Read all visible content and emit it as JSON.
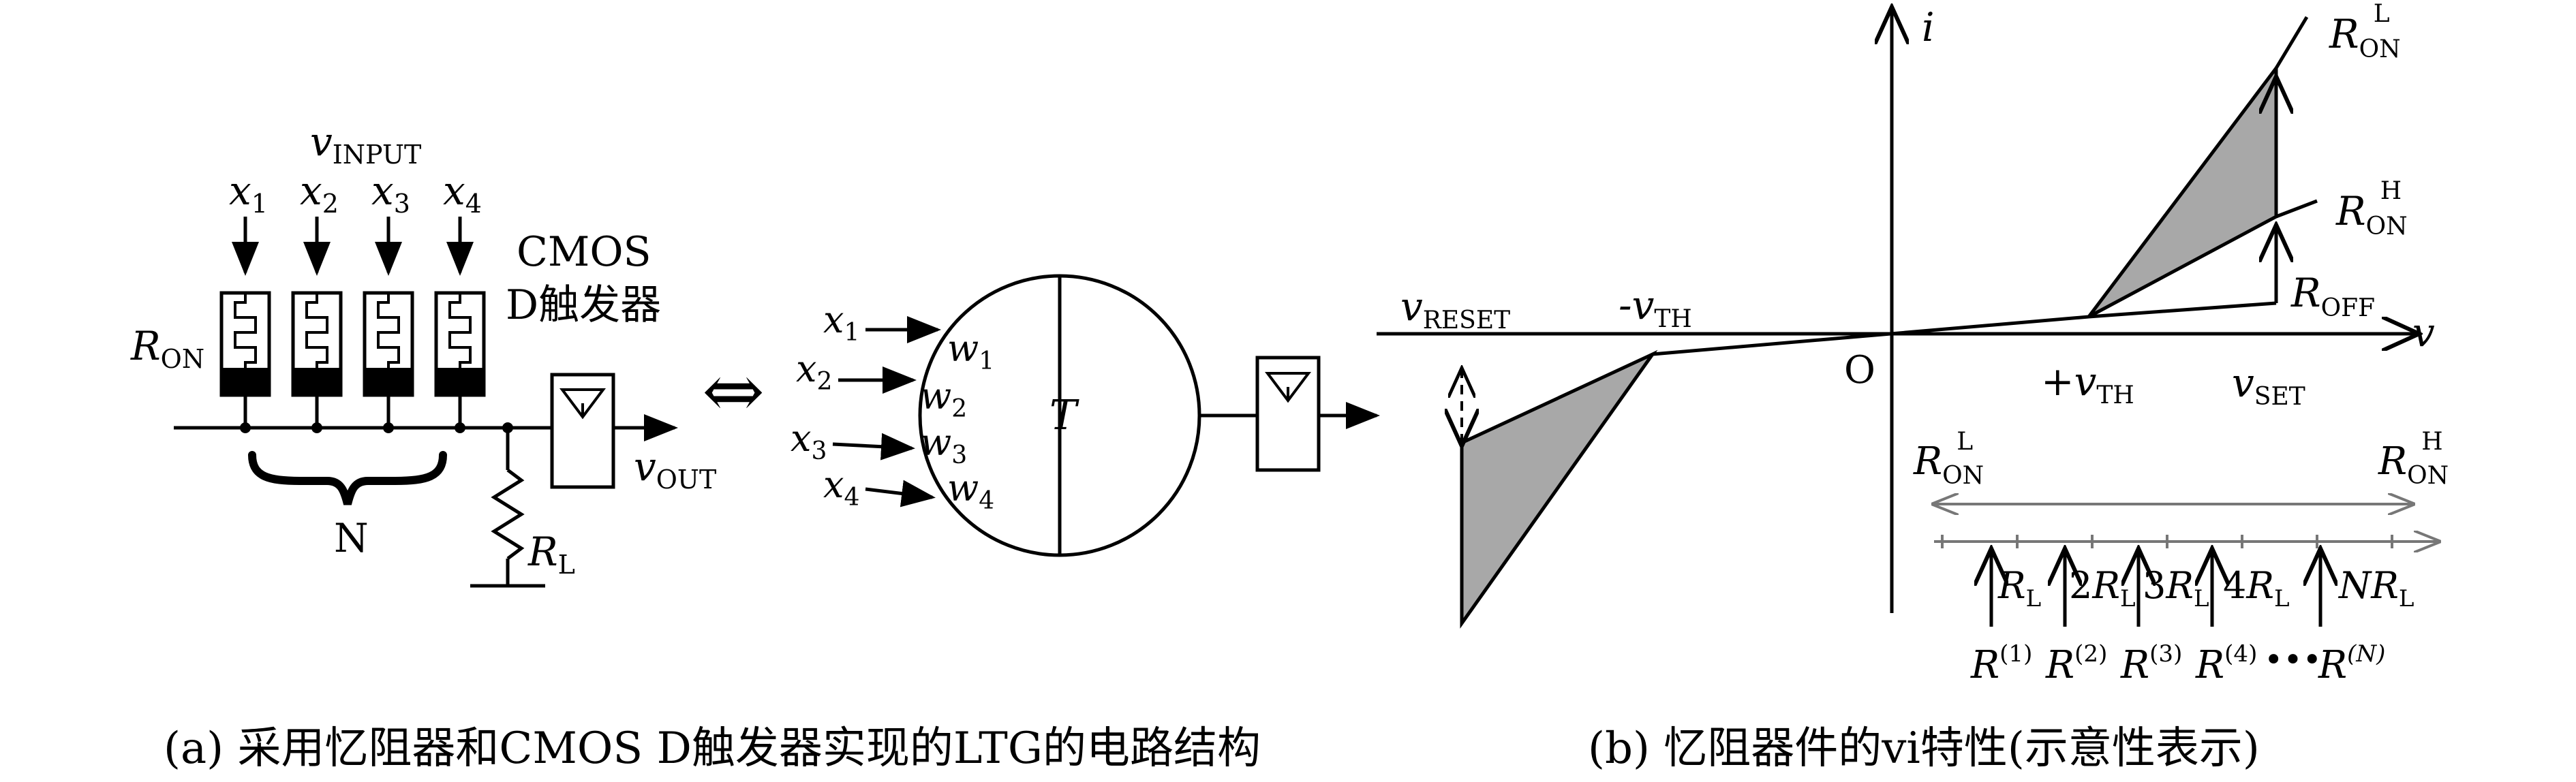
{
  "panel_a": {
    "caption": "(a) 采用忆阻器和CMOS D触发器实现的LTG的电路结构",
    "v_input": "v",
    "v_input_sub": "INPUT",
    "inputs": [
      {
        "name": "x",
        "sub": "1"
      },
      {
        "name": "x",
        "sub": "2"
      },
      {
        "name": "x",
        "sub": "3"
      },
      {
        "name": "x",
        "sub": "4"
      }
    ],
    "ron": "R",
    "ron_sub": "ON",
    "cmos_line1": "CMOS",
    "cmos_line2": "D触发器",
    "n_label": "N",
    "v_out": "v",
    "v_out_sub": "OUT",
    "r_load": "R",
    "r_load_sub": "L",
    "equiv_symbol": "⇔",
    "neuron_inputs": [
      {
        "x": "x",
        "x_sub": "1",
        "w": "w",
        "w_sub": "1"
      },
      {
        "x": "x",
        "x_sub": "2",
        "w": "w",
        "w_sub": "2"
      },
      {
        "x": "x",
        "x_sub": "3",
        "w": "w",
        "w_sub": "3"
      },
      {
        "x": "x",
        "x_sub": "4",
        "w": "w",
        "w_sub": "4"
      }
    ],
    "threshold": "T"
  },
  "panel_b": {
    "caption": "(b) 忆阻器件的vi特性(示意性表示)",
    "axis_i": "i",
    "axis_v": "v",
    "origin": "O",
    "v_reset": "v",
    "v_reset_sub": "RESET",
    "neg_vth": "-v",
    "neg_vth_sub": "TH",
    "pos_vth": "+v",
    "pos_vth_sub": "TH",
    "v_set": "v",
    "v_set_sub": "SET",
    "ron_l": "R",
    "ron_l_sub": "ON",
    "ron_l_sup": "L",
    "ron_h": "R",
    "ron_h_sub": "ON",
    "ron_h_sup": "H",
    "roff": "R",
    "roff_sub": "OFF",
    "scale_left": "R",
    "scale_left_sub": "ON",
    "scale_left_sup": "L",
    "scale_right": "R",
    "scale_right_sub": "ON",
    "scale_right_sup": "H",
    "load_marks": [
      {
        "coef": "",
        "sym": "R",
        "sub": "L"
      },
      {
        "coef": "2",
        "sym": "R",
        "sub": "L"
      },
      {
        "coef": "3",
        "sym": "R",
        "sub": "L"
      },
      {
        "coef": "4",
        "sym": "R",
        "sub": "L"
      },
      {
        "coef": "N",
        "sym": "R",
        "sub": "L"
      }
    ],
    "states": [
      {
        "sym": "R",
        "sup": "(1)"
      },
      {
        "sym": "R",
        "sup": "(2)"
      },
      {
        "sym": "R",
        "sup": "(3)"
      },
      {
        "sym": "R",
        "sup": "(4)"
      },
      {
        "sym": "R",
        "sup": "(N)"
      }
    ],
    "ellipsis": "•••"
  }
}
